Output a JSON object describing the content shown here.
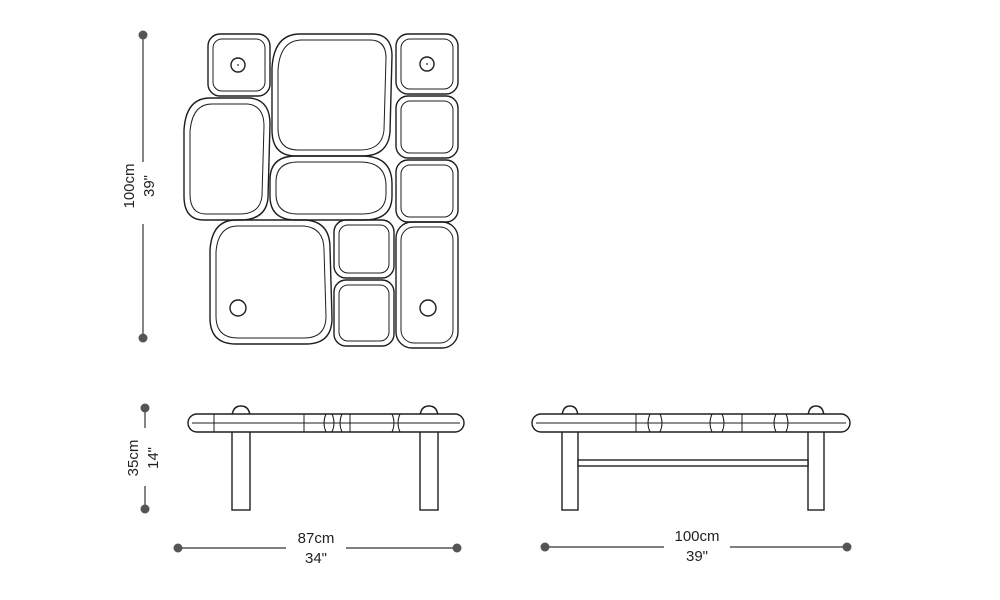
{
  "dimensions": {
    "top_height": {
      "metric": "100cm",
      "imperial": "39\""
    },
    "side_height": {
      "metric": "35cm",
      "imperial": "14\""
    },
    "side_width": {
      "metric": "87cm",
      "imperial": "34\""
    },
    "front_width": {
      "metric": "100cm",
      "imperial": "39\""
    }
  },
  "colors": {
    "ink": "#1e1e1e",
    "dimension_dot": "#555555",
    "background": "#ffffff"
  }
}
